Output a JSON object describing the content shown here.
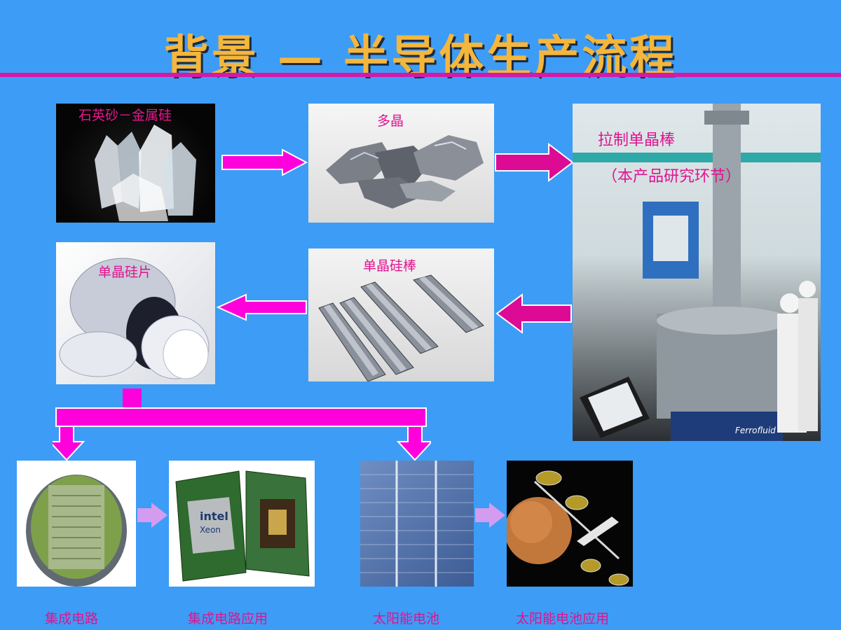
{
  "slide": {
    "title": "背景 — 半导体生产流程"
  },
  "steps": {
    "quartz": "石英砂－金属硅",
    "poly": "多晶",
    "pulling_line1": "拉制单晶棒",
    "pulling_line2": "（本产品研究环节）",
    "ingot": "单晶硅棒",
    "wafer": "单晶硅片"
  },
  "products": {
    "ic": "集成电路",
    "ic_app": "集成电路应用",
    "solar": "太阳能电池",
    "solar_app": "太阳能电池应用"
  },
  "photo_text": {
    "chip_brand": "intel",
    "chip_model": "Xeon",
    "furnace_brand": "Ferrofluid"
  },
  "colors": {
    "background": "#3d9cf5",
    "title": "#f4b63c",
    "accent": "#d419a8",
    "caption": "#e0138f"
  }
}
